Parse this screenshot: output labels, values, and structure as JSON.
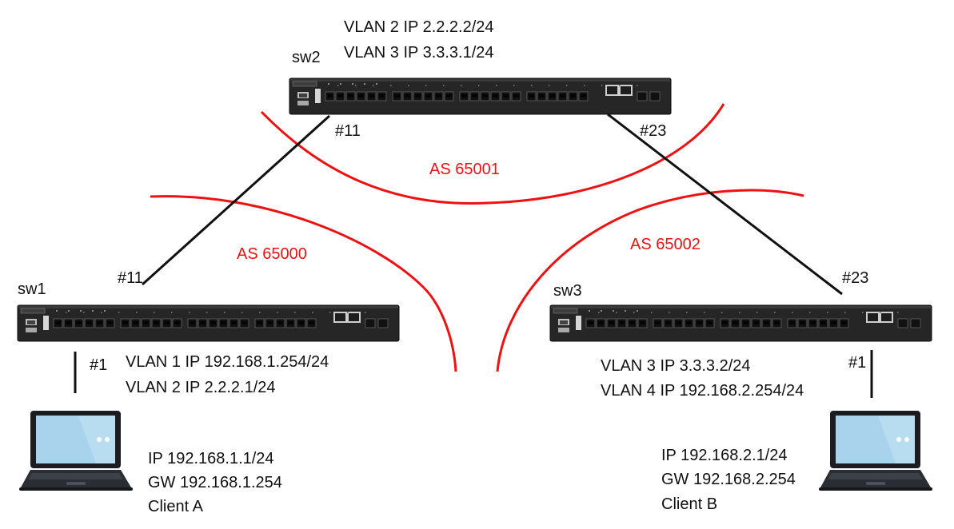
{
  "colors": {
    "as_boundary": "#ee1111",
    "link": "#111111",
    "switch_body": "#262626",
    "laptop_screen": "#a9d3ec"
  },
  "switches": [
    {
      "id": "sw2",
      "name": "sw2",
      "ports": [
        "#11",
        "#23"
      ],
      "vlans": [
        "VLAN 2 IP 2.2.2.2/24",
        "VLAN 3 IP 3.3.3.1/24"
      ]
    },
    {
      "id": "sw1",
      "name": "sw1",
      "ports": [
        "#11",
        "#1"
      ],
      "vlans": [
        "VLAN 1 IP 192.168.1.254/24",
        "VLAN 2 IP 2.2.2.1/24"
      ]
    },
    {
      "id": "sw3",
      "name": "sw3",
      "ports": [
        "#23",
        "#1"
      ],
      "vlans": [
        "VLAN 3 IP 3.3.3.2/24",
        "VLAN 4 IP 192.168.2.254/24"
      ]
    }
  ],
  "autonomous_systems": [
    "AS 65001",
    "AS 65000",
    "AS 65002"
  ],
  "clients": [
    {
      "id": "client-a",
      "ip": "IP 192.168.1.1/24",
      "gw": "GW 192.168.1.254",
      "name": "Client A",
      "icon": "laptop-icon"
    },
    {
      "id": "client-b",
      "ip": "IP 192.168.2.1/24",
      "gw": "GW 192.168.2.254",
      "name": "Client B",
      "icon": "laptop-icon"
    }
  ]
}
